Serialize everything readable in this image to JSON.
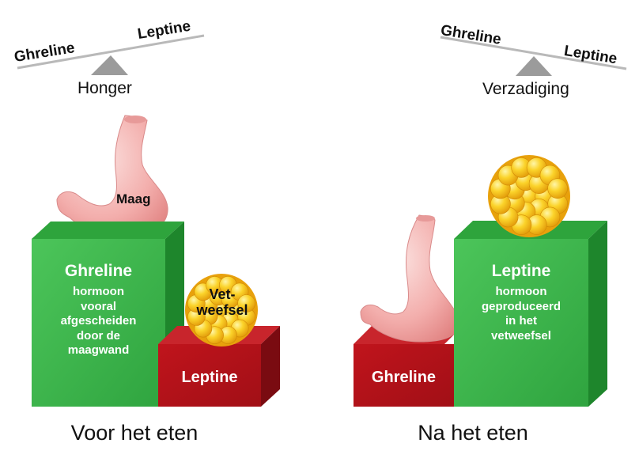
{
  "left": {
    "seesaw": {
      "left_label": "Ghreline",
      "right_label": "Leptine",
      "state": "Honger"
    },
    "green_box": {
      "title": "Ghreline",
      "lines": [
        "hormoon",
        "vooral",
        "afgescheiden",
        "door de",
        "maagwand"
      ]
    },
    "red_box": {
      "title": "Leptine"
    },
    "stomach_label": "Maag",
    "fat_label_lines": [
      "Vet-",
      "weefsel"
    ],
    "caption": "Voor het eten"
  },
  "right": {
    "seesaw": {
      "left_label": "Ghreline",
      "right_label": "Leptine",
      "state": "Verzadiging"
    },
    "green_box": {
      "title": "Leptine",
      "lines": [
        "hormoon",
        "geproduceerd",
        "in het",
        "vetweefsel"
      ]
    },
    "red_box": {
      "title": "Ghreline"
    },
    "caption": "Na het eten"
  },
  "colors": {
    "green_front": "#3cb54a",
    "green_side": "#1f8a2e",
    "green_top": "#2ea43c",
    "red_front": "#b3141b",
    "red_side": "#7c0c12",
    "red_top": "#c8252c",
    "fat_yellow": "#f7c51c",
    "stomach_pink": "#f4b3b1"
  }
}
